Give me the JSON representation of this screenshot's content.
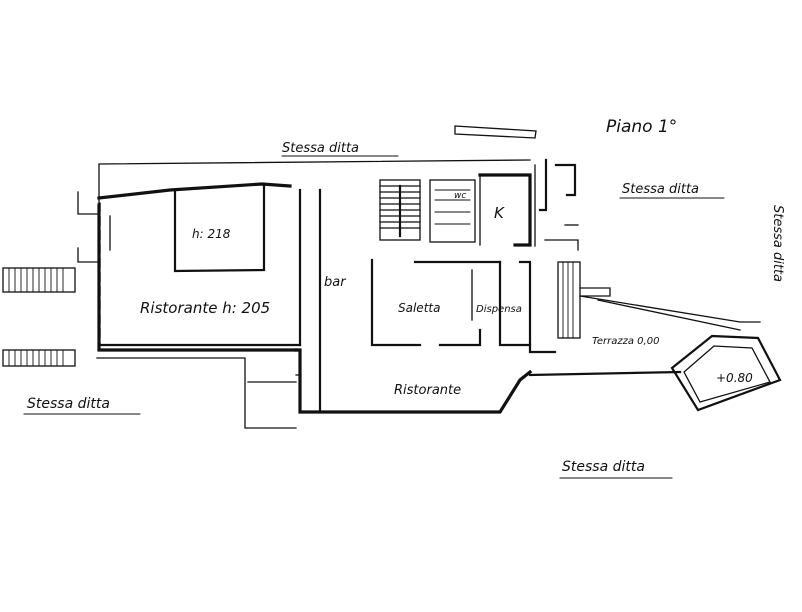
{
  "labels": {
    "floor": "Piano 1°",
    "stessa_ditta_top": "Stessa ditta",
    "stessa_ditta_top_right": "Stessa ditta",
    "stessa_ditta_right": "Stessa ditta",
    "stessa_ditta_left": "Stessa ditta",
    "stessa_ditta_bottom": "Stessa ditta",
    "ristorante_main": "Ristorante  h: 205",
    "height_box": "h: 218",
    "bar": "bar",
    "saletta": "Saletta",
    "dispensa": "Dispensa",
    "wc": "wc",
    "kitchen": "K",
    "terrazza": "Terrazza 0,00",
    "level": "+0.80",
    "ristorante_lower": "Ristorante"
  }
}
